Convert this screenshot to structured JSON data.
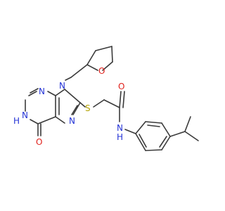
{
  "molecule": {
    "atoms": {
      "n_9": "N",
      "n_3": "N",
      "n_1": "N",
      "h_1": "H",
      "n_7": "N",
      "o_ketone": "O",
      "s_thioether": "S",
      "o_amide": "O",
      "n_amide": "N",
      "h_amide": "H",
      "o_thf": "O"
    },
    "colors": {
      "bond": "#3a3a3a",
      "nitrogen": "#2433d6",
      "oxygen": "#e0201b",
      "sulfur": "#b3a200"
    }
  }
}
